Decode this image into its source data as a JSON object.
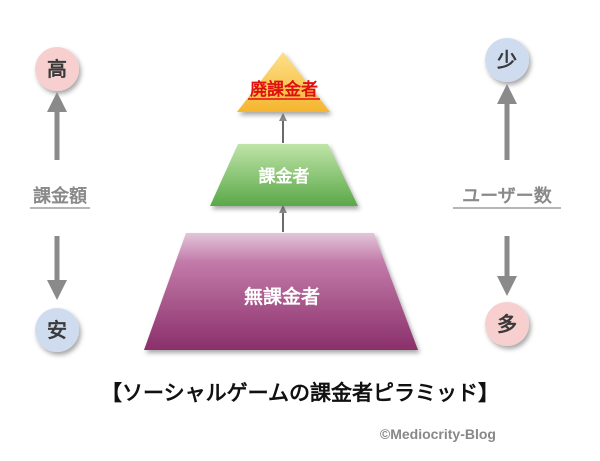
{
  "left_axis": {
    "top_label": "高",
    "label": "課金額",
    "bottom_label": "安"
  },
  "right_axis": {
    "top_label": "少",
    "label": "ユーザー数",
    "bottom_label": "多"
  },
  "pyramid": {
    "top": "廃課金者",
    "middle": "課金者",
    "bottom": "無課金者"
  },
  "title": "【ソーシャルゲームの課金者ピラミッド】",
  "credit": "©Mediocrity-Blog",
  "colors": {
    "circle_red": "#f7cfcf",
    "circle_blue": "#cfdcf0",
    "top_tier": "#f7c24a",
    "middle_tier": "#7cc06a",
    "bottom_tier": "#a24c82",
    "arrow_gray": "#8a8a8a",
    "top_text": "#e01010"
  }
}
